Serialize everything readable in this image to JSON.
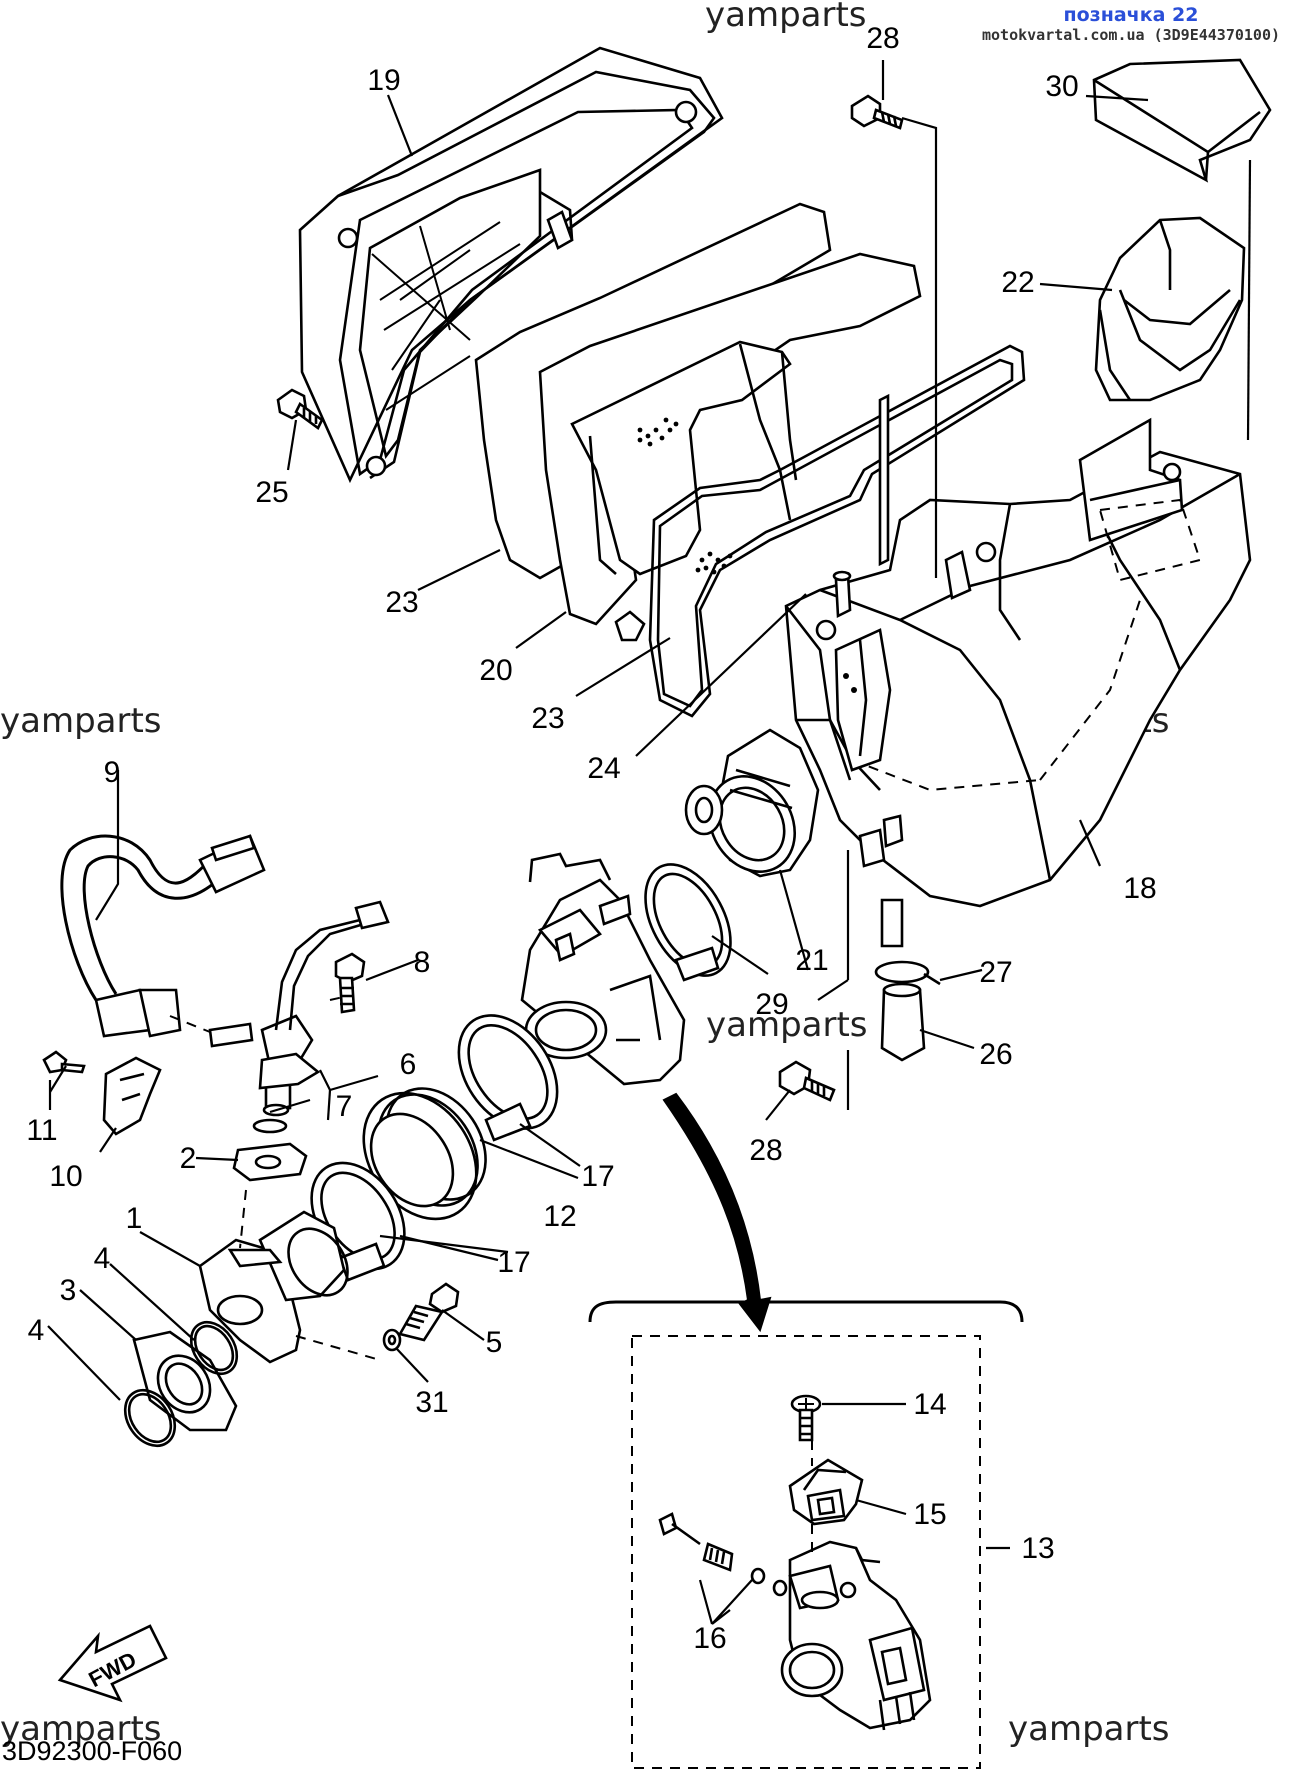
{
  "header": {
    "stamp_title": "позначка 22",
    "stamp_subtitle": "motokvartal.com.ua (3D9E44370100)"
  },
  "watermark": "yamparts",
  "diagram_code": "3D92300-F060",
  "fwd_label": "FWD",
  "part_labels": {
    "p1": "1",
    "p2": "2",
    "p3": "3",
    "p4a": "4",
    "p4b": "4",
    "p5": "5",
    "p6": "6",
    "p7": "7",
    "p8": "8",
    "p9": "9",
    "p10": "10",
    "p11": "11",
    "p12": "12",
    "p13": "13",
    "p14": "14",
    "p15": "15",
    "p16": "16",
    "p17a": "17",
    "p17b": "17",
    "p18": "18",
    "p19": "19",
    "p20": "20",
    "p21": "21",
    "p22": "22",
    "p23a": "23",
    "p23b": "23",
    "p24": "24",
    "p25": "25",
    "p26": "26",
    "p27": "27",
    "p28a": "28",
    "p28b": "28",
    "p29": "29",
    "p30": "30",
    "p31": "31"
  }
}
